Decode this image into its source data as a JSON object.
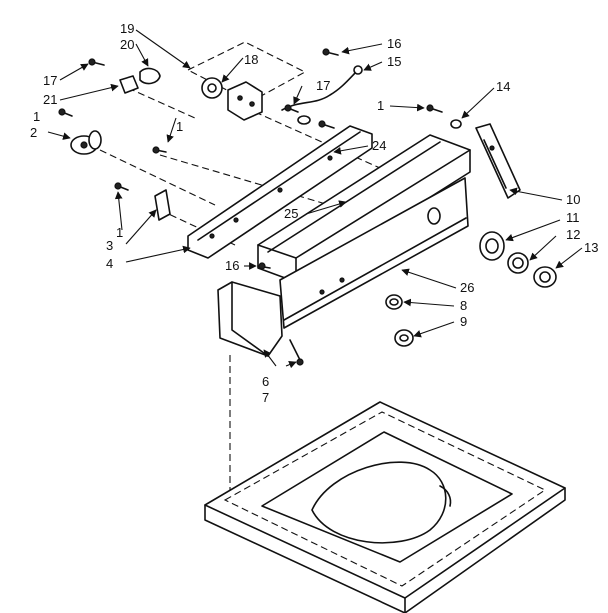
{
  "diagram": {
    "callouts": [
      "19",
      "20",
      "18",
      "16",
      "15",
      "17",
      "21",
      "1",
      "2",
      "14",
      "24",
      "1",
      "10",
      "11",
      "12",
      "13",
      "25",
      "3",
      "4",
      "16",
      "26",
      "8",
      "9",
      "6",
      "7",
      "17",
      "1",
      "1"
    ]
  }
}
